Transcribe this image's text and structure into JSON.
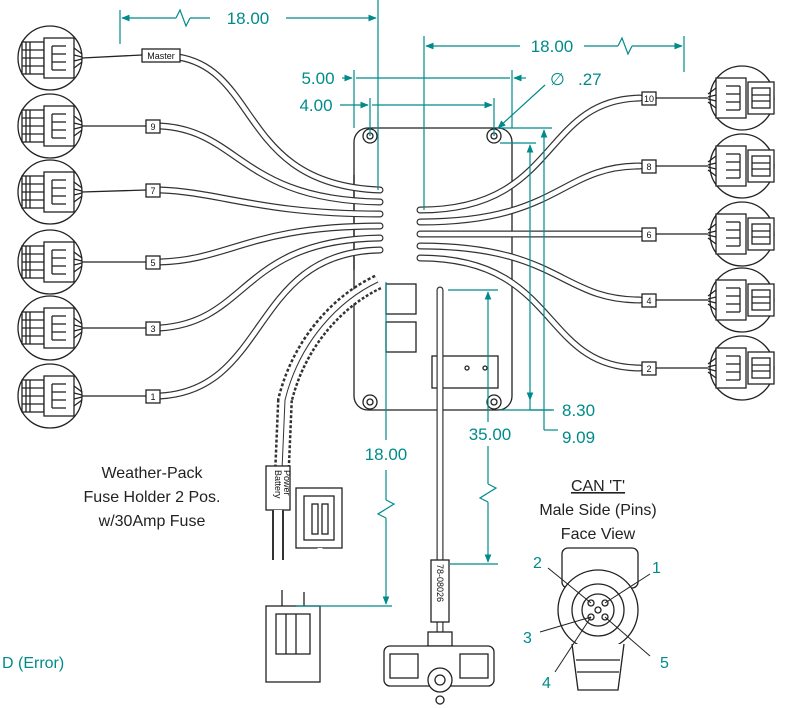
{
  "dimensions": {
    "harness_left_length": "18.00",
    "harness_right_length": "18.00",
    "mount_width_outer": "5.00",
    "mount_width_inner": "4.00",
    "hole_diameter_symbol": "∅",
    "hole_diameter": ".27",
    "height_inner": "8.30",
    "height_outer": "9.09",
    "power_cable_length": "18.00",
    "can_cable_length": "35.00"
  },
  "connector_labels": {
    "left": [
      "Master",
      "9",
      "7",
      "5",
      "3",
      "1"
    ],
    "right": [
      "10",
      "8",
      "6",
      "4",
      "2"
    ]
  },
  "fuse_note": [
    "Weather-Pack",
    "Fuse Holder 2 Pos.",
    "w/30Amp Fuse"
  ],
  "battery_label": [
    "Battery",
    "Power"
  ],
  "can_part_number": "78-08026",
  "can_t": {
    "title": "CAN 'T'",
    "line2": "Male Side (Pins)",
    "line3": "Face View",
    "pins": [
      "1",
      "2",
      "3",
      "4",
      "5"
    ]
  },
  "status_text": "D (Error)",
  "colors": {
    "dimension": "#008b8b",
    "ink": "#222222"
  }
}
